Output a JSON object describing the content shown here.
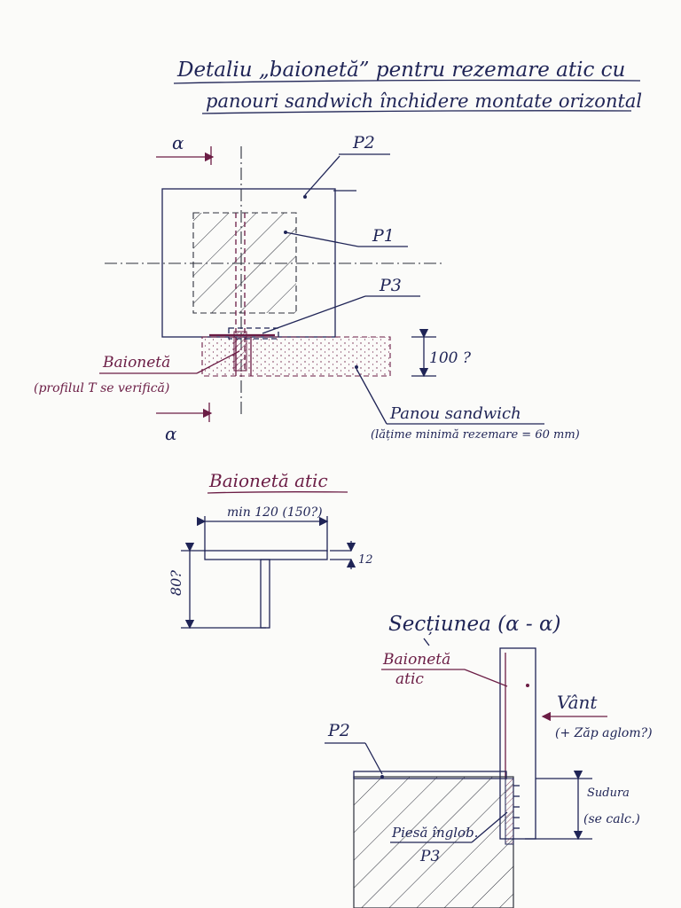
{
  "title": {
    "line1": "Detaliu „baionetă” pentru rezemare atic cu",
    "line2": "panouri sandwich închidere montate orizontal"
  },
  "plan": {
    "section_mark_top": "α",
    "section_mark_bottom": "α",
    "label_p2": "P2",
    "label_p1": "P1",
    "label_p3": "P3",
    "label_baioneta": "Baionetă",
    "label_profil_note": "(profilul T se verifică)",
    "dim_100": "100 ?",
    "label_panou": "Panou sandwich",
    "label_panou_note": "(lățime minimă rezemare = 60 mm)"
  },
  "bayonet_detail": {
    "title": "Baionetă atic",
    "dim_width": "min 120 (150?)",
    "dim_thickness": "12",
    "dim_height": "80?"
  },
  "section": {
    "title": "Secțiunea (α - α)",
    "label_baioneta": "Baionetă",
    "label_atic": "atic",
    "label_vant": "Vânt",
    "label_vant_note": "(+ Zăp aglom?)",
    "label_p2": "P2",
    "label_sudura": "Sudura",
    "label_sudura_note": "(se calc.)",
    "label_piesa": "Piesă înglob.",
    "label_p3": "P3"
  },
  "colors": {
    "ink_navy": "#1f2456",
    "ink_plum": "#6b1d45",
    "paper": "#fbfbf9"
  }
}
